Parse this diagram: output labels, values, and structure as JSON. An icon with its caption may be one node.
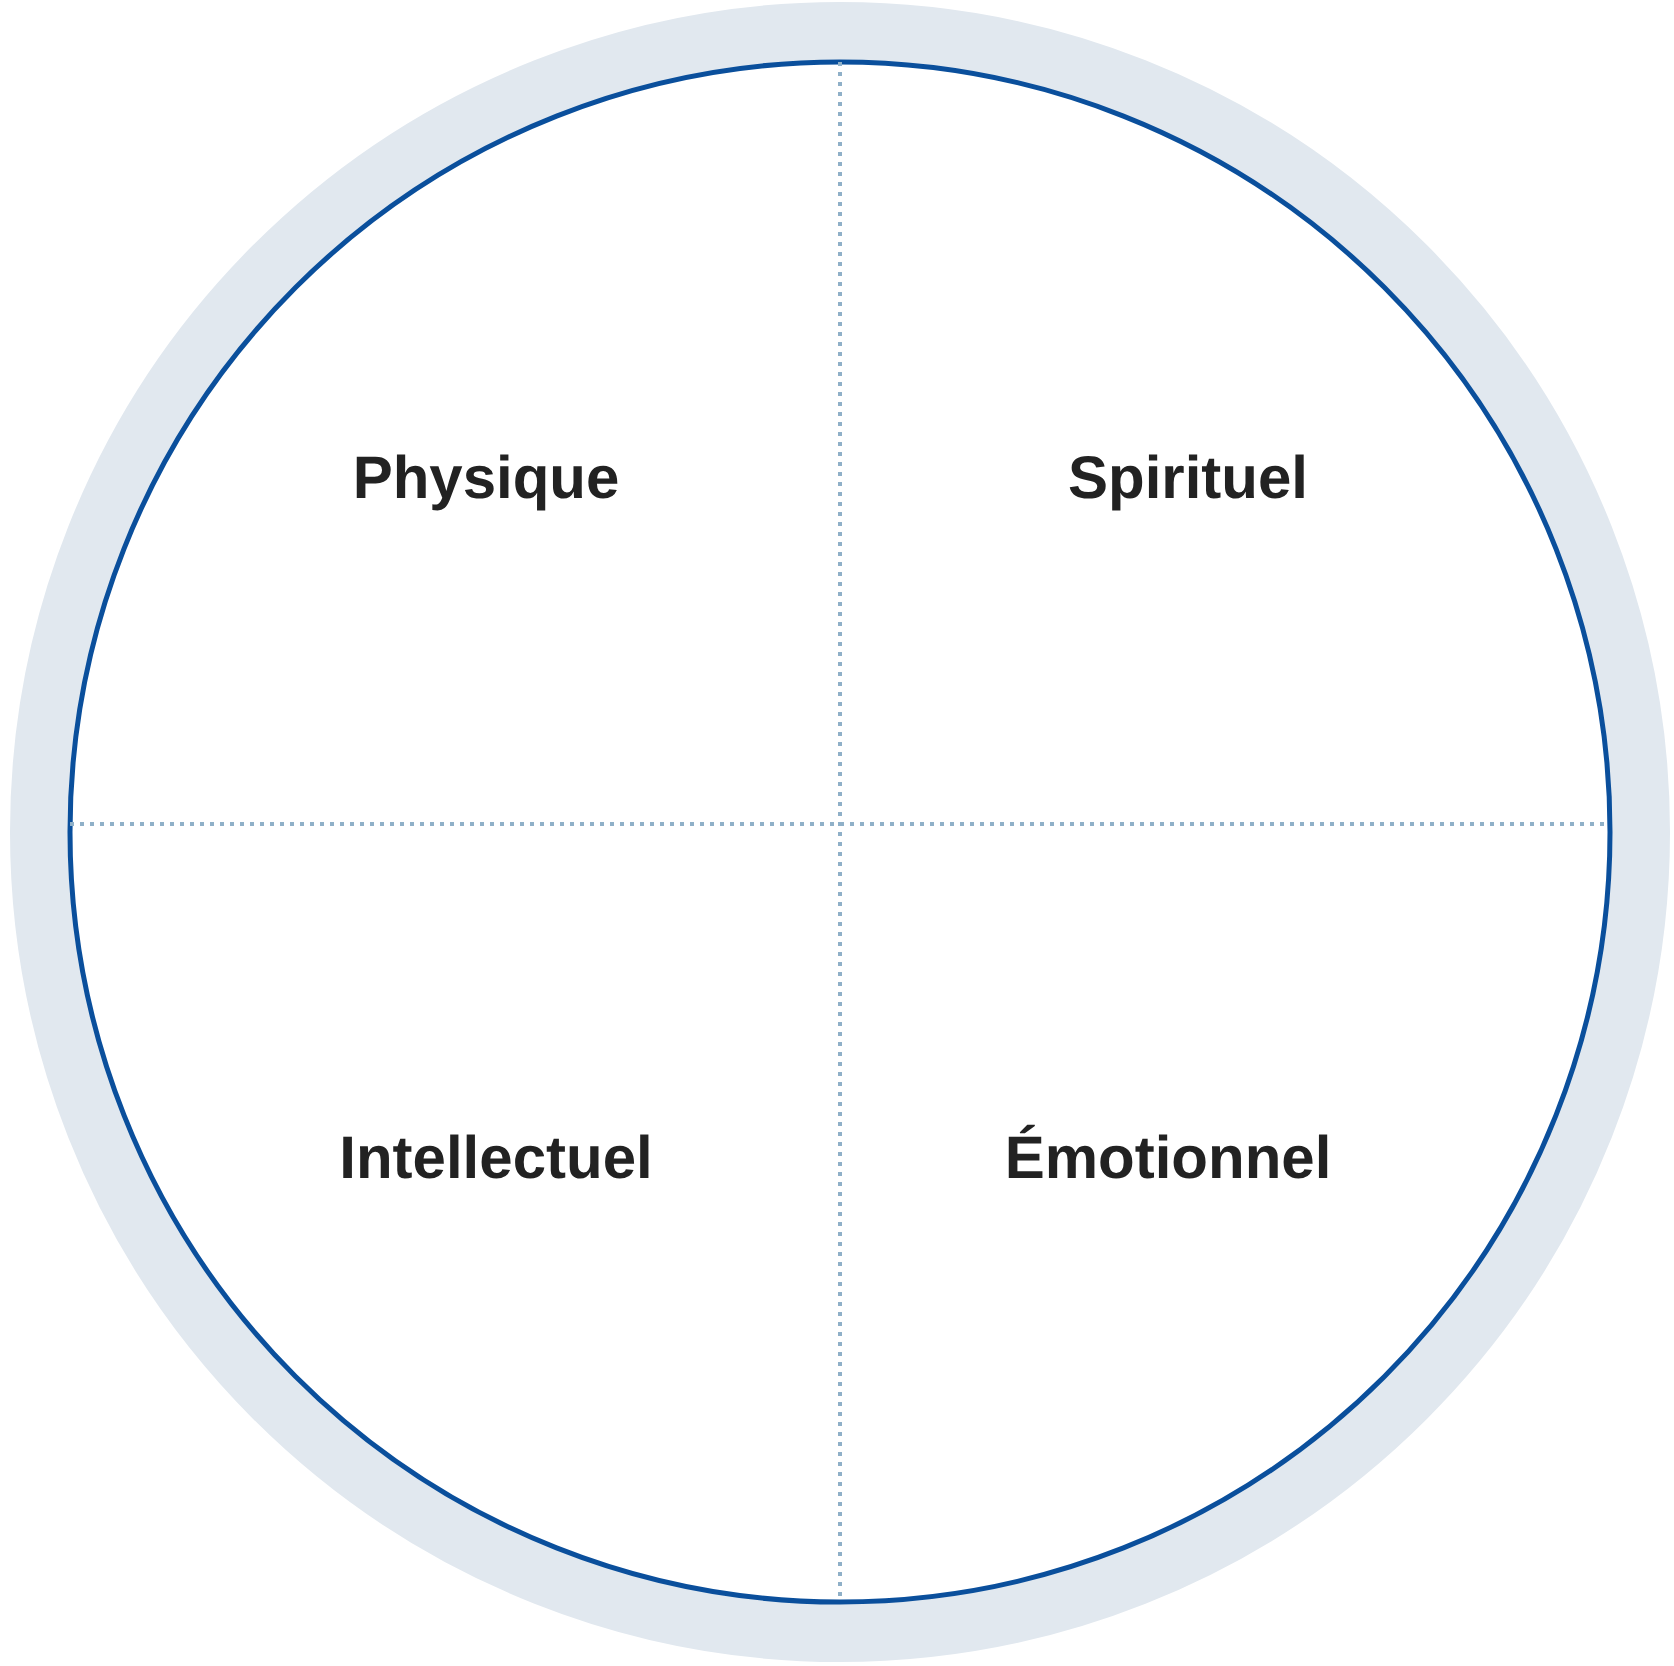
{
  "diagram": {
    "labels": [
      "Physique",
      "Spirituel",
      "Intellectuel",
      "Émotionnel"
    ]
  }
}
